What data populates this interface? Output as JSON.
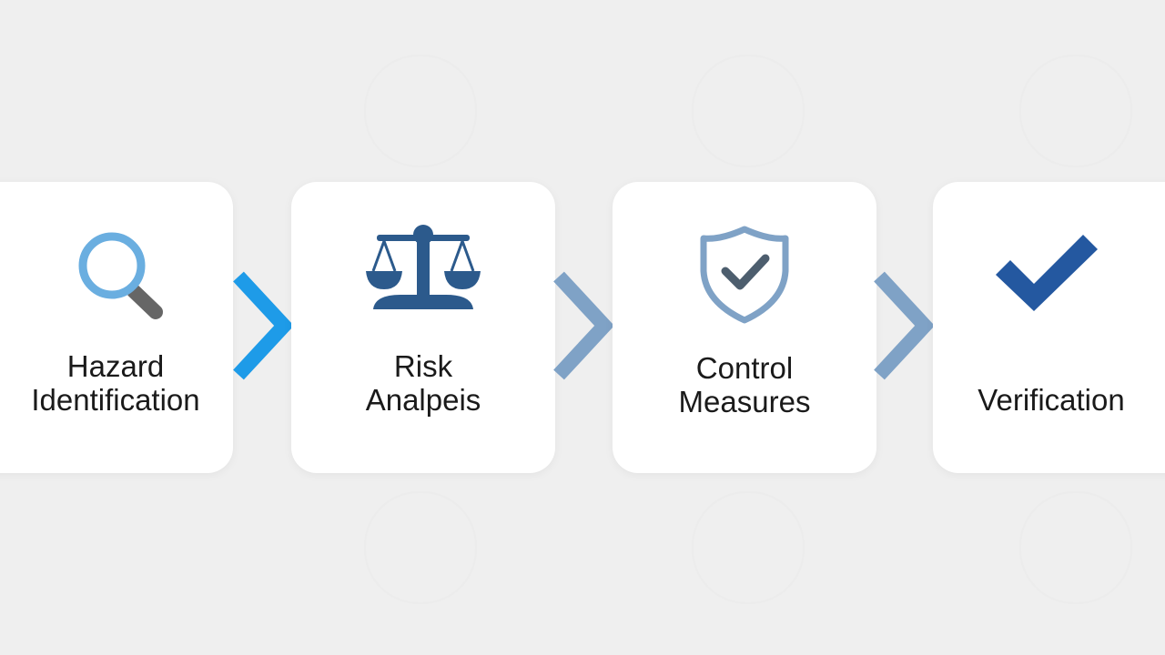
{
  "steps": [
    {
      "line1": "Hazard",
      "line2": "Identification",
      "icon": "magnifier-icon"
    },
    {
      "line1": "Risk",
      "line2": "Analpeis",
      "icon": "scales-icon"
    },
    {
      "line1": "Control",
      "line2": "Measures",
      "icon": "shield-check-icon"
    },
    {
      "line1": "",
      "line2": "Verification",
      "icon": "checkmark-icon"
    }
  ],
  "colors": {
    "background": "#efefef",
    "card": "#ffffff",
    "arrow_1": "#1e9be8",
    "arrow_other": "#7fa2c6",
    "magnifier_lens": "#6aaee0",
    "magnifier_handle": "#666666",
    "scales": "#2c5a8c",
    "shield_outline": "#7fa2c6",
    "shield_check": "#4d5e6e",
    "checkmark": "#2458a0"
  }
}
